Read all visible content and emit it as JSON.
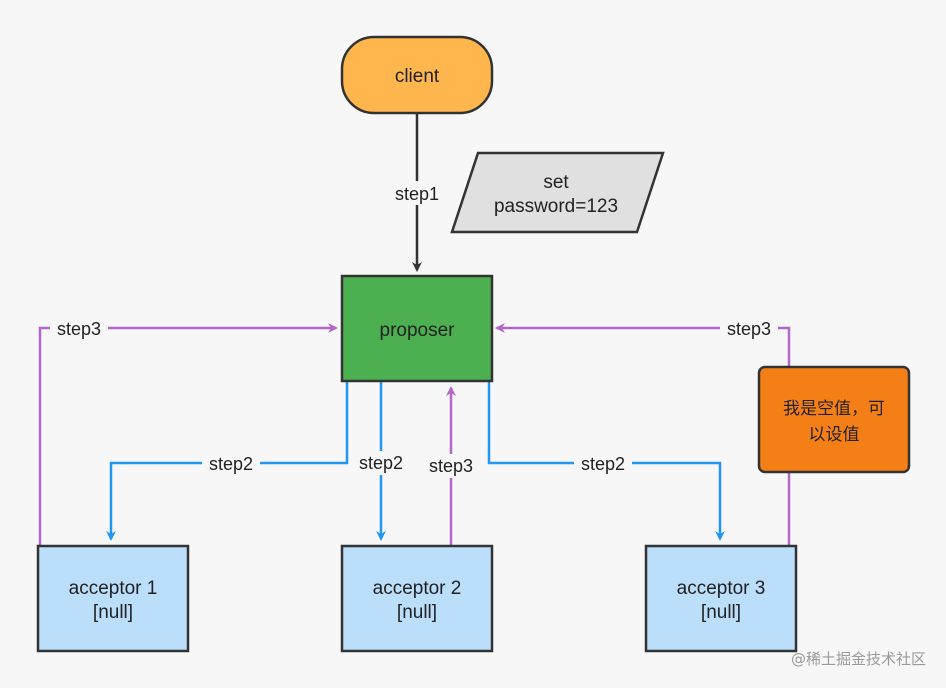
{
  "diagram": {
    "nodes": {
      "client": {
        "label": "client"
      },
      "note_set": {
        "line1": "set",
        "line2": "password=123"
      },
      "proposer": {
        "label": "proposer"
      },
      "acceptor1": {
        "line1": "acceptor 1",
        "line2": "[null]"
      },
      "acceptor2": {
        "line1": "acceptor 2",
        "line2": "[null]"
      },
      "acceptor3": {
        "line1": "acceptor 3",
        "line2": "[null]"
      },
      "callout": {
        "line1": "我是空值，可",
        "line2": "以设值"
      }
    },
    "edges": {
      "client_to_proposer": "step1",
      "proposer_to_acceptor1": "step2",
      "proposer_to_acceptor2": "step2",
      "proposer_to_acceptor3": "step2",
      "acceptor1_to_proposer": "step3",
      "acceptor2_to_proposer": "step3",
      "acceptor3_to_proposer": "step3"
    },
    "colors": {
      "client": "#ffb74d",
      "note": "#e0e0e0",
      "proposer": "#4caf50",
      "acceptor": "#bbdefb",
      "callout": "#f57f17",
      "step1_arrow": "#333333",
      "step2_arrow": "#2196f3",
      "step3_arrow": "#b267c9"
    }
  },
  "watermark": "@稀土掘金技术社区"
}
